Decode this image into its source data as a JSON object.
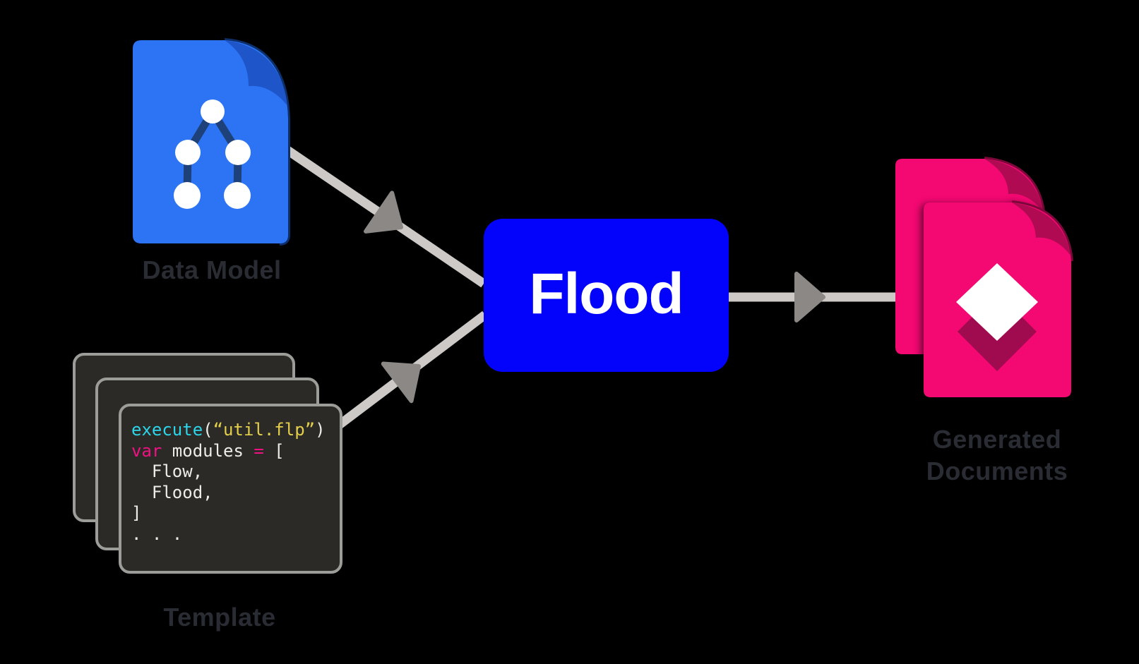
{
  "canvas": {
    "background": "#000000",
    "label_color": "#2a2c33"
  },
  "nodes": {
    "data_model": {
      "label": "Data Model",
      "icon": "document-tree-icon",
      "fill": "#2c74f4",
      "fold": "#1e55c8",
      "tree_edge": "#1d4178",
      "tree_node_fill": "#ffffff",
      "tree_node_count": 5
    },
    "template": {
      "label": "Template",
      "icon": "stacked-code-windows-icon",
      "panel_count": 3,
      "panel_bg": "#2b2a26",
      "panel_border": "#9c9c99",
      "code": {
        "lines": [
          {
            "tokens": [
              {
                "t": "execute",
                "c": "cyan"
              },
              {
                "t": "(",
                "c": "white"
              },
              {
                "t": "“util.flp”",
                "c": "yellow"
              },
              {
                "t": ")",
                "c": "white"
              }
            ]
          },
          {
            "tokens": [
              {
                "t": "var",
                "c": "pink"
              },
              {
                "t": " modules ",
                "c": "white"
              },
              {
                "t": "=",
                "c": "pink"
              },
              {
                "t": " [",
                "c": "white"
              }
            ]
          },
          {
            "tokens": [
              {
                "t": "  Flow,",
                "c": "white"
              }
            ]
          },
          {
            "tokens": [
              {
                "t": "  Flood,",
                "c": "white"
              }
            ]
          },
          {
            "tokens": [
              {
                "t": "]",
                "c": "white"
              }
            ]
          },
          {
            "tokens": [
              {
                "t": ". . .",
                "c": "white"
              }
            ]
          }
        ]
      },
      "syntax_colors": {
        "cyan": "#2cd5ea",
        "yellow": "#e3cf4b",
        "pink": "#f01283",
        "white": "#eeece8"
      }
    },
    "flood": {
      "label": "Flood",
      "fill": "#0303fb",
      "text_color": "#ffffff"
    },
    "generated_documents": {
      "label": "Generated Documents",
      "icon": "pink-documents-diamond-icon",
      "doc_count": 2,
      "fill": "#f40872",
      "fold": "#b00a52",
      "diamond_front": "#ffffff",
      "diamond_back": "#a00b50"
    }
  },
  "connections": [
    {
      "from": "data_model",
      "to": "flood"
    },
    {
      "from": "template",
      "to": "flood"
    },
    {
      "from": "flood",
      "to": "generated_documents"
    }
  ],
  "arrow_style": {
    "line_color": "#ccc9c6",
    "head_color": "#8b8885"
  }
}
